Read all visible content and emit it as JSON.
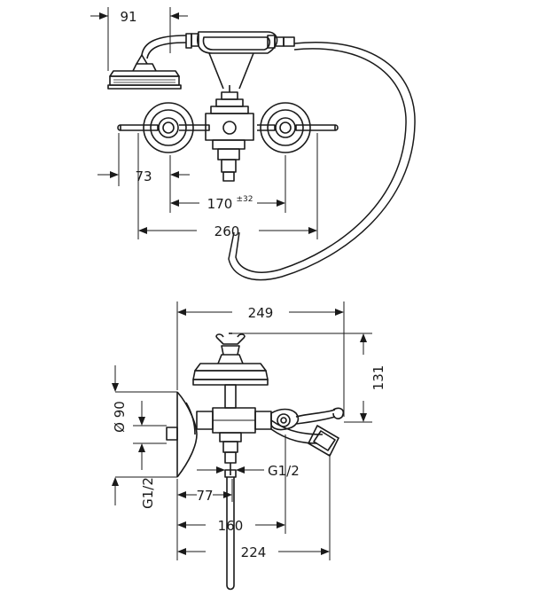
{
  "top_view": {
    "dims": {
      "handshower_width": "91",
      "left_offset": "73",
      "centers": "170",
      "centers_tolerance": "±32",
      "overall_width": "260"
    }
  },
  "side_view": {
    "dims": {
      "projection": "249",
      "height": "131",
      "rosette_diameter": "Ø 90",
      "inlet_left": "G1/2",
      "outlet_thread": "G1/2",
      "offset_77": "77",
      "spout_160": "160",
      "overall_224": "224"
    }
  },
  "colors": {
    "line": "#1a1a1a",
    "background": "#ffffff"
  }
}
